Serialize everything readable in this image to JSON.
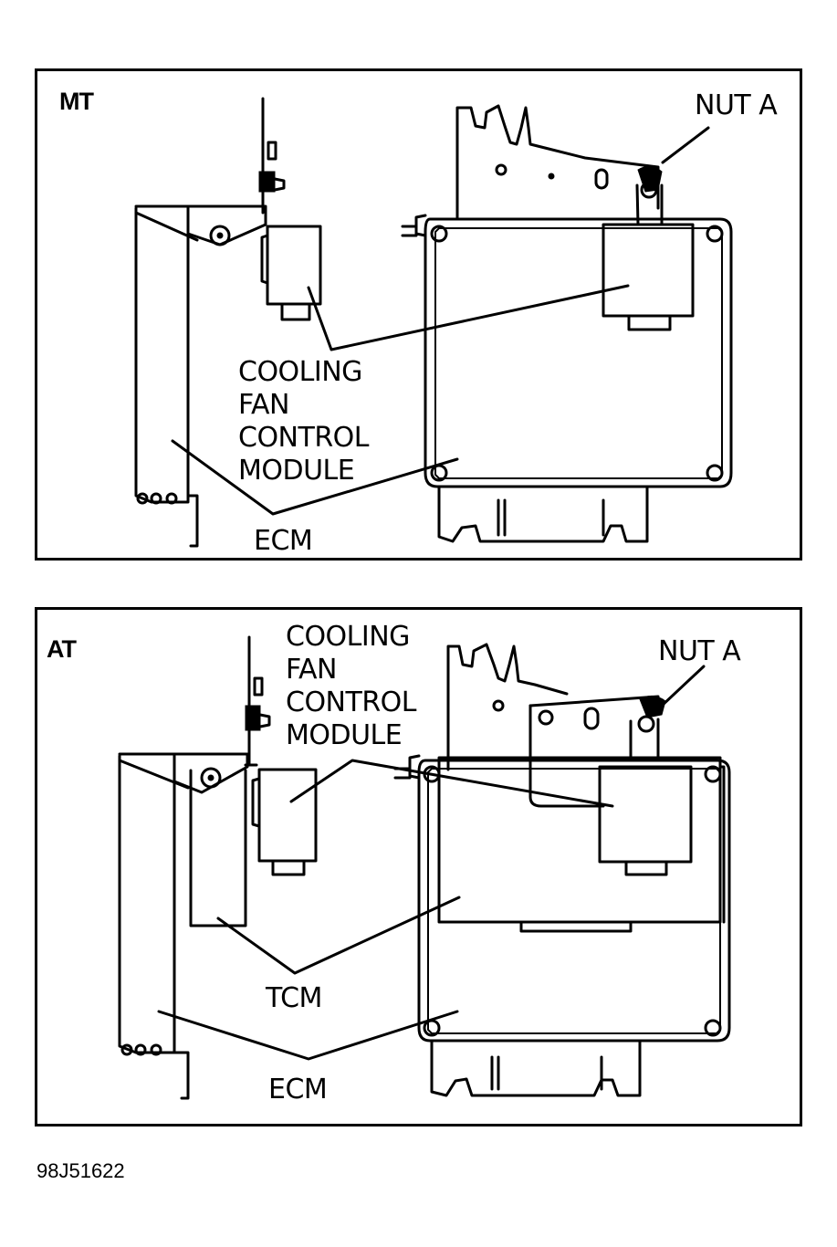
{
  "panels": {
    "mt": {
      "tag": "MT",
      "labels": {
        "nut_a": "NUT A",
        "cooling_fan_control_module": [
          "COOLING",
          "FAN",
          "CONTROL",
          "MODULE"
        ],
        "ecm": "ECM"
      }
    },
    "at": {
      "tag": "AT",
      "labels": {
        "nut_a": "NUT A",
        "cooling_fan_control_module": [
          "COOLING",
          "FAN",
          "CONTROL",
          "MODULE"
        ],
        "tcm": "TCM",
        "ecm": "ECM"
      }
    }
  },
  "figure_id": "98J51622",
  "colors": {
    "line": "#000000",
    "background": "#ffffff"
  }
}
